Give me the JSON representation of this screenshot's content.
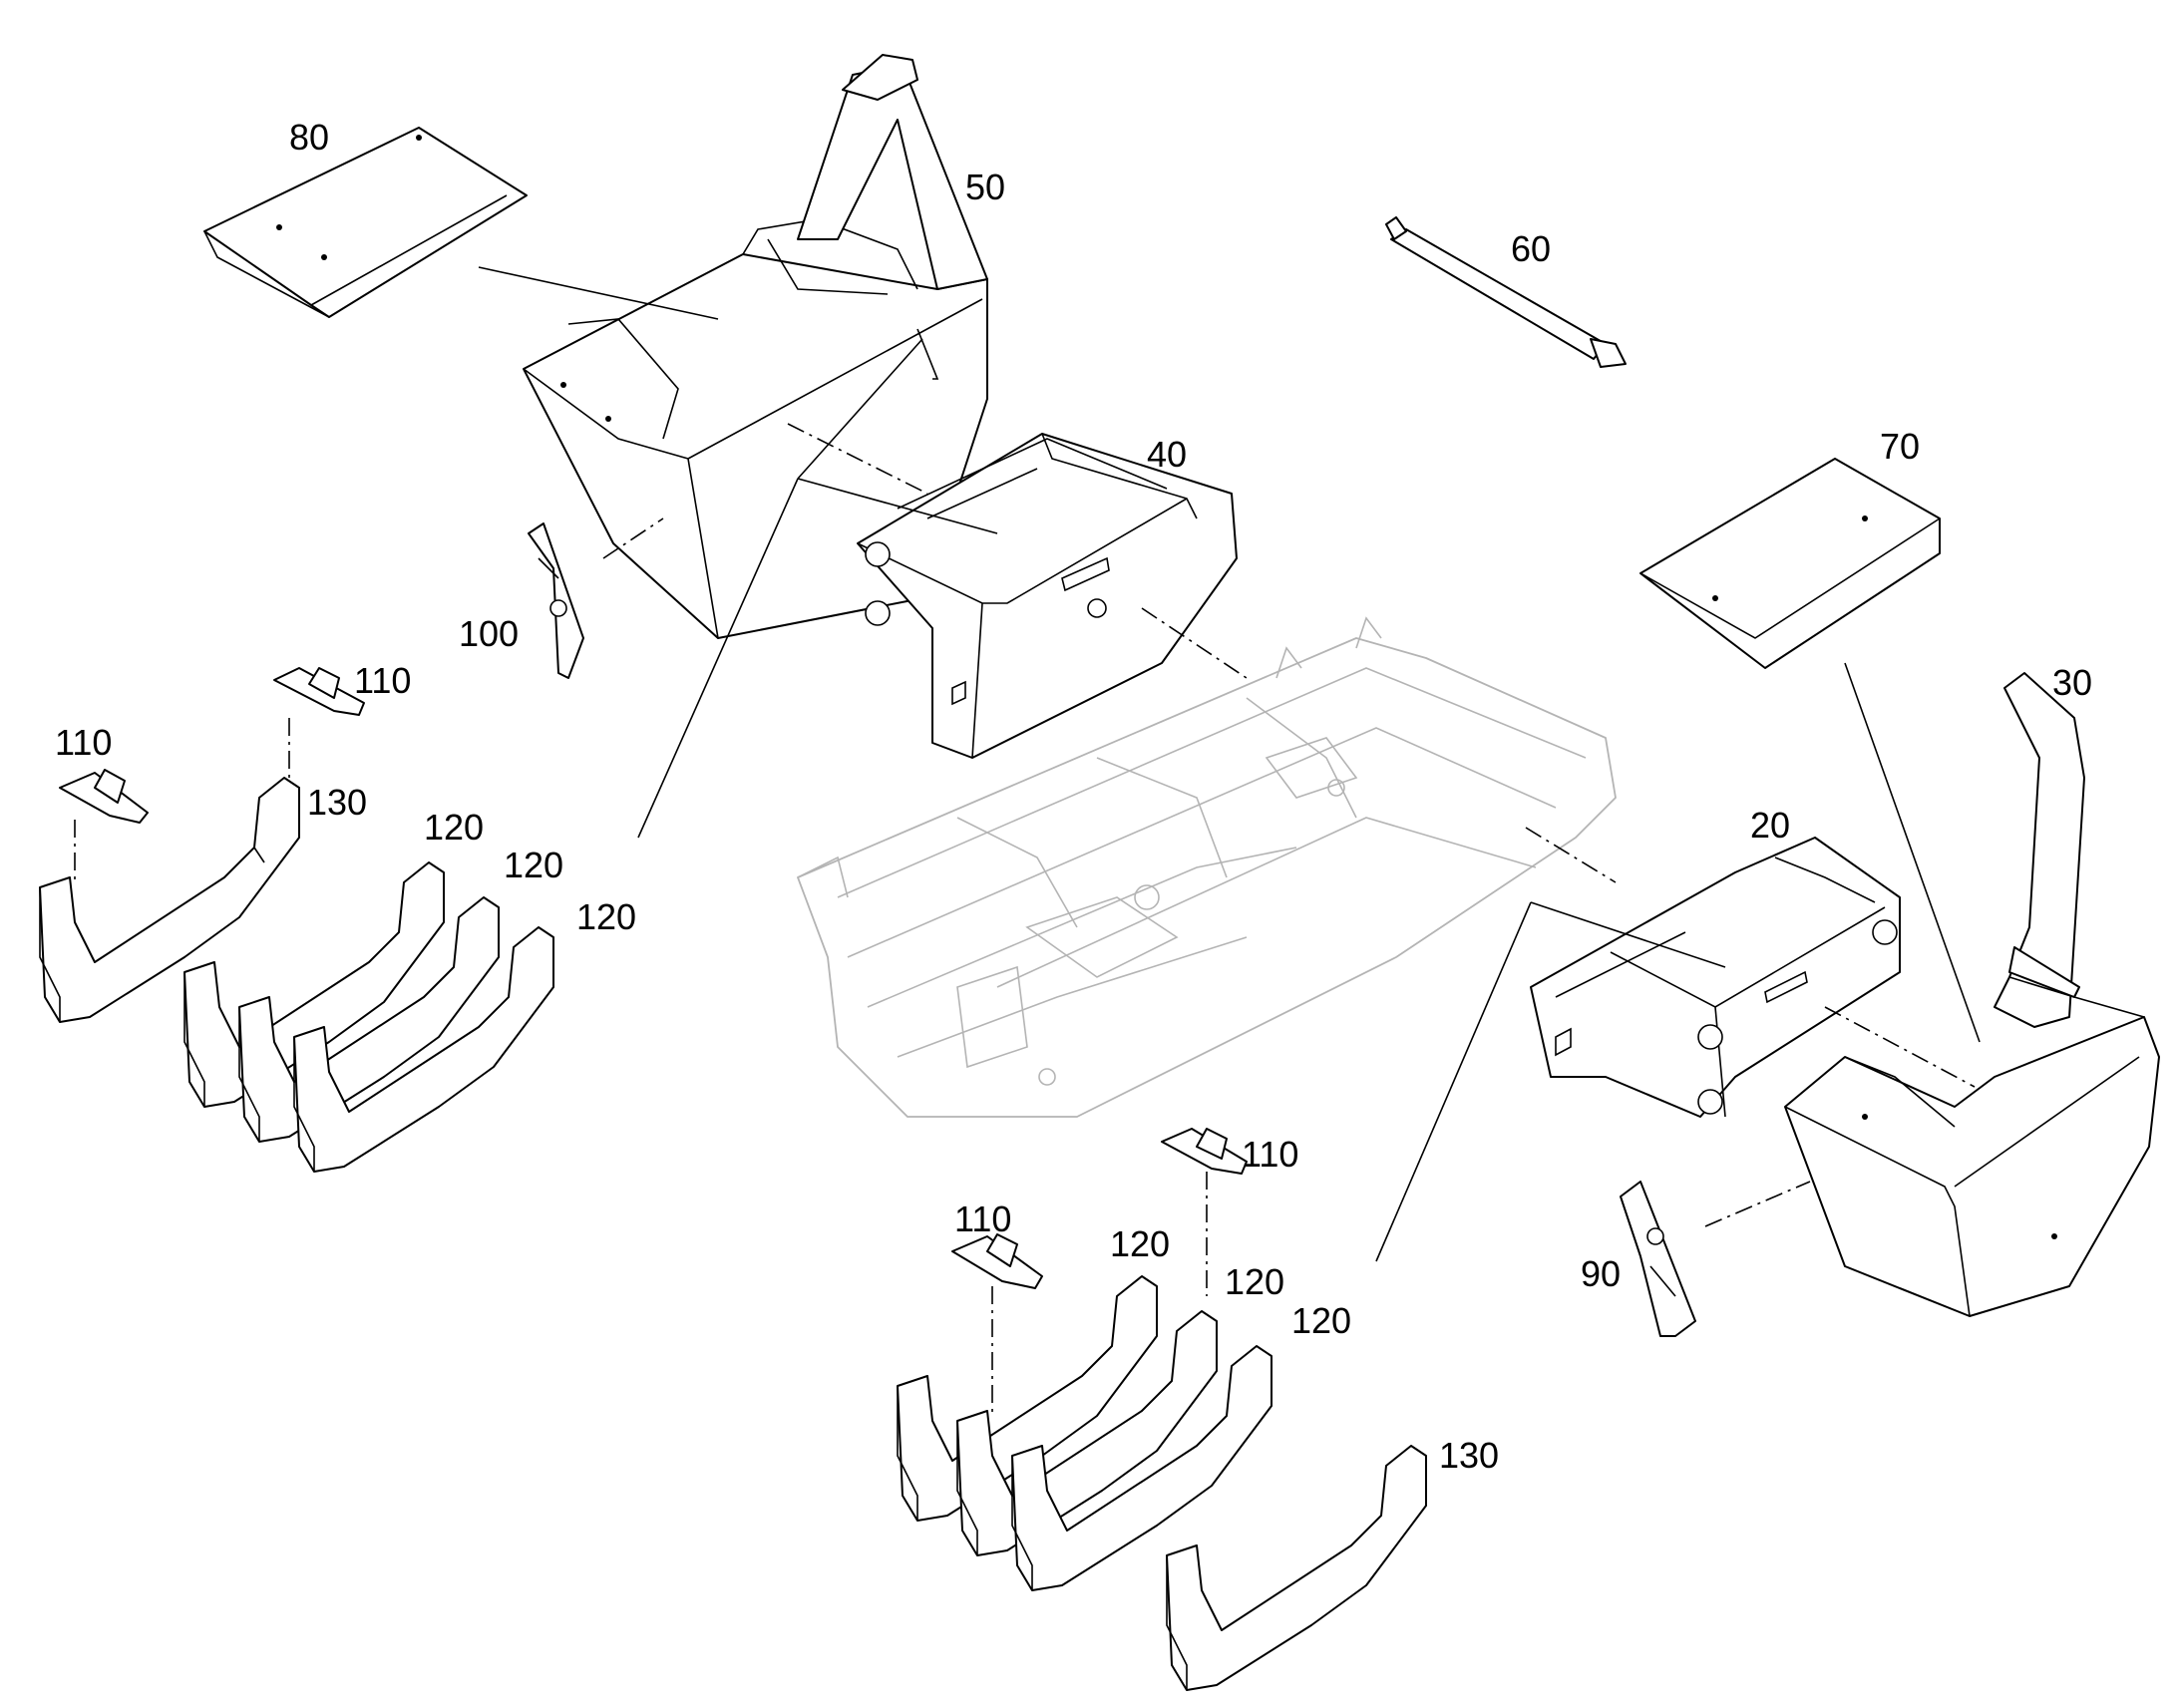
{
  "diagram": {
    "callouts": {
      "c80": "80",
      "c50": "50",
      "c60": "60",
      "c40": "40",
      "c70": "70",
      "c100": "100",
      "c110_a": "110",
      "c110_b": "110",
      "c130_a": "130",
      "c120_a": "120",
      "c120_b": "120",
      "c120_c": "120",
      "c30": "30",
      "c20": "20",
      "c110_c": "110",
      "c110_d": "110",
      "c120_d": "120",
      "c120_e": "120",
      "c120_f": "120",
      "c90": "90",
      "c130_b": "130"
    }
  }
}
